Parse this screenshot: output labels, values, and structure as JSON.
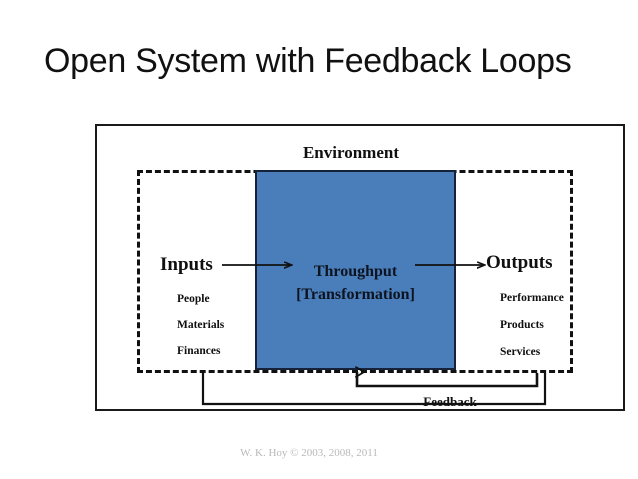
{
  "slide": {
    "title": "Open System with Feedback Loops",
    "attribution": "W. K. Hoy © 2003, 2008, 2011"
  },
  "diagram": {
    "environment_label": "Environment",
    "throughput": {
      "line1": "Throughput",
      "line2": "[Transformation]"
    },
    "inputs": {
      "heading": "Inputs",
      "items": [
        "People",
        "Materials",
        "Finances"
      ]
    },
    "outputs": {
      "heading": "Outputs",
      "items": [
        "Performance",
        "Products",
        "Services"
      ]
    },
    "feedback_label": "Feedback",
    "colors": {
      "throughput_fill": "#4a7ebb",
      "throughput_stroke": "#15223a",
      "line": "#111111",
      "frame": "#1a1a1a",
      "attribution_text": "#b9b9b9",
      "background": "#ffffff"
    }
  }
}
